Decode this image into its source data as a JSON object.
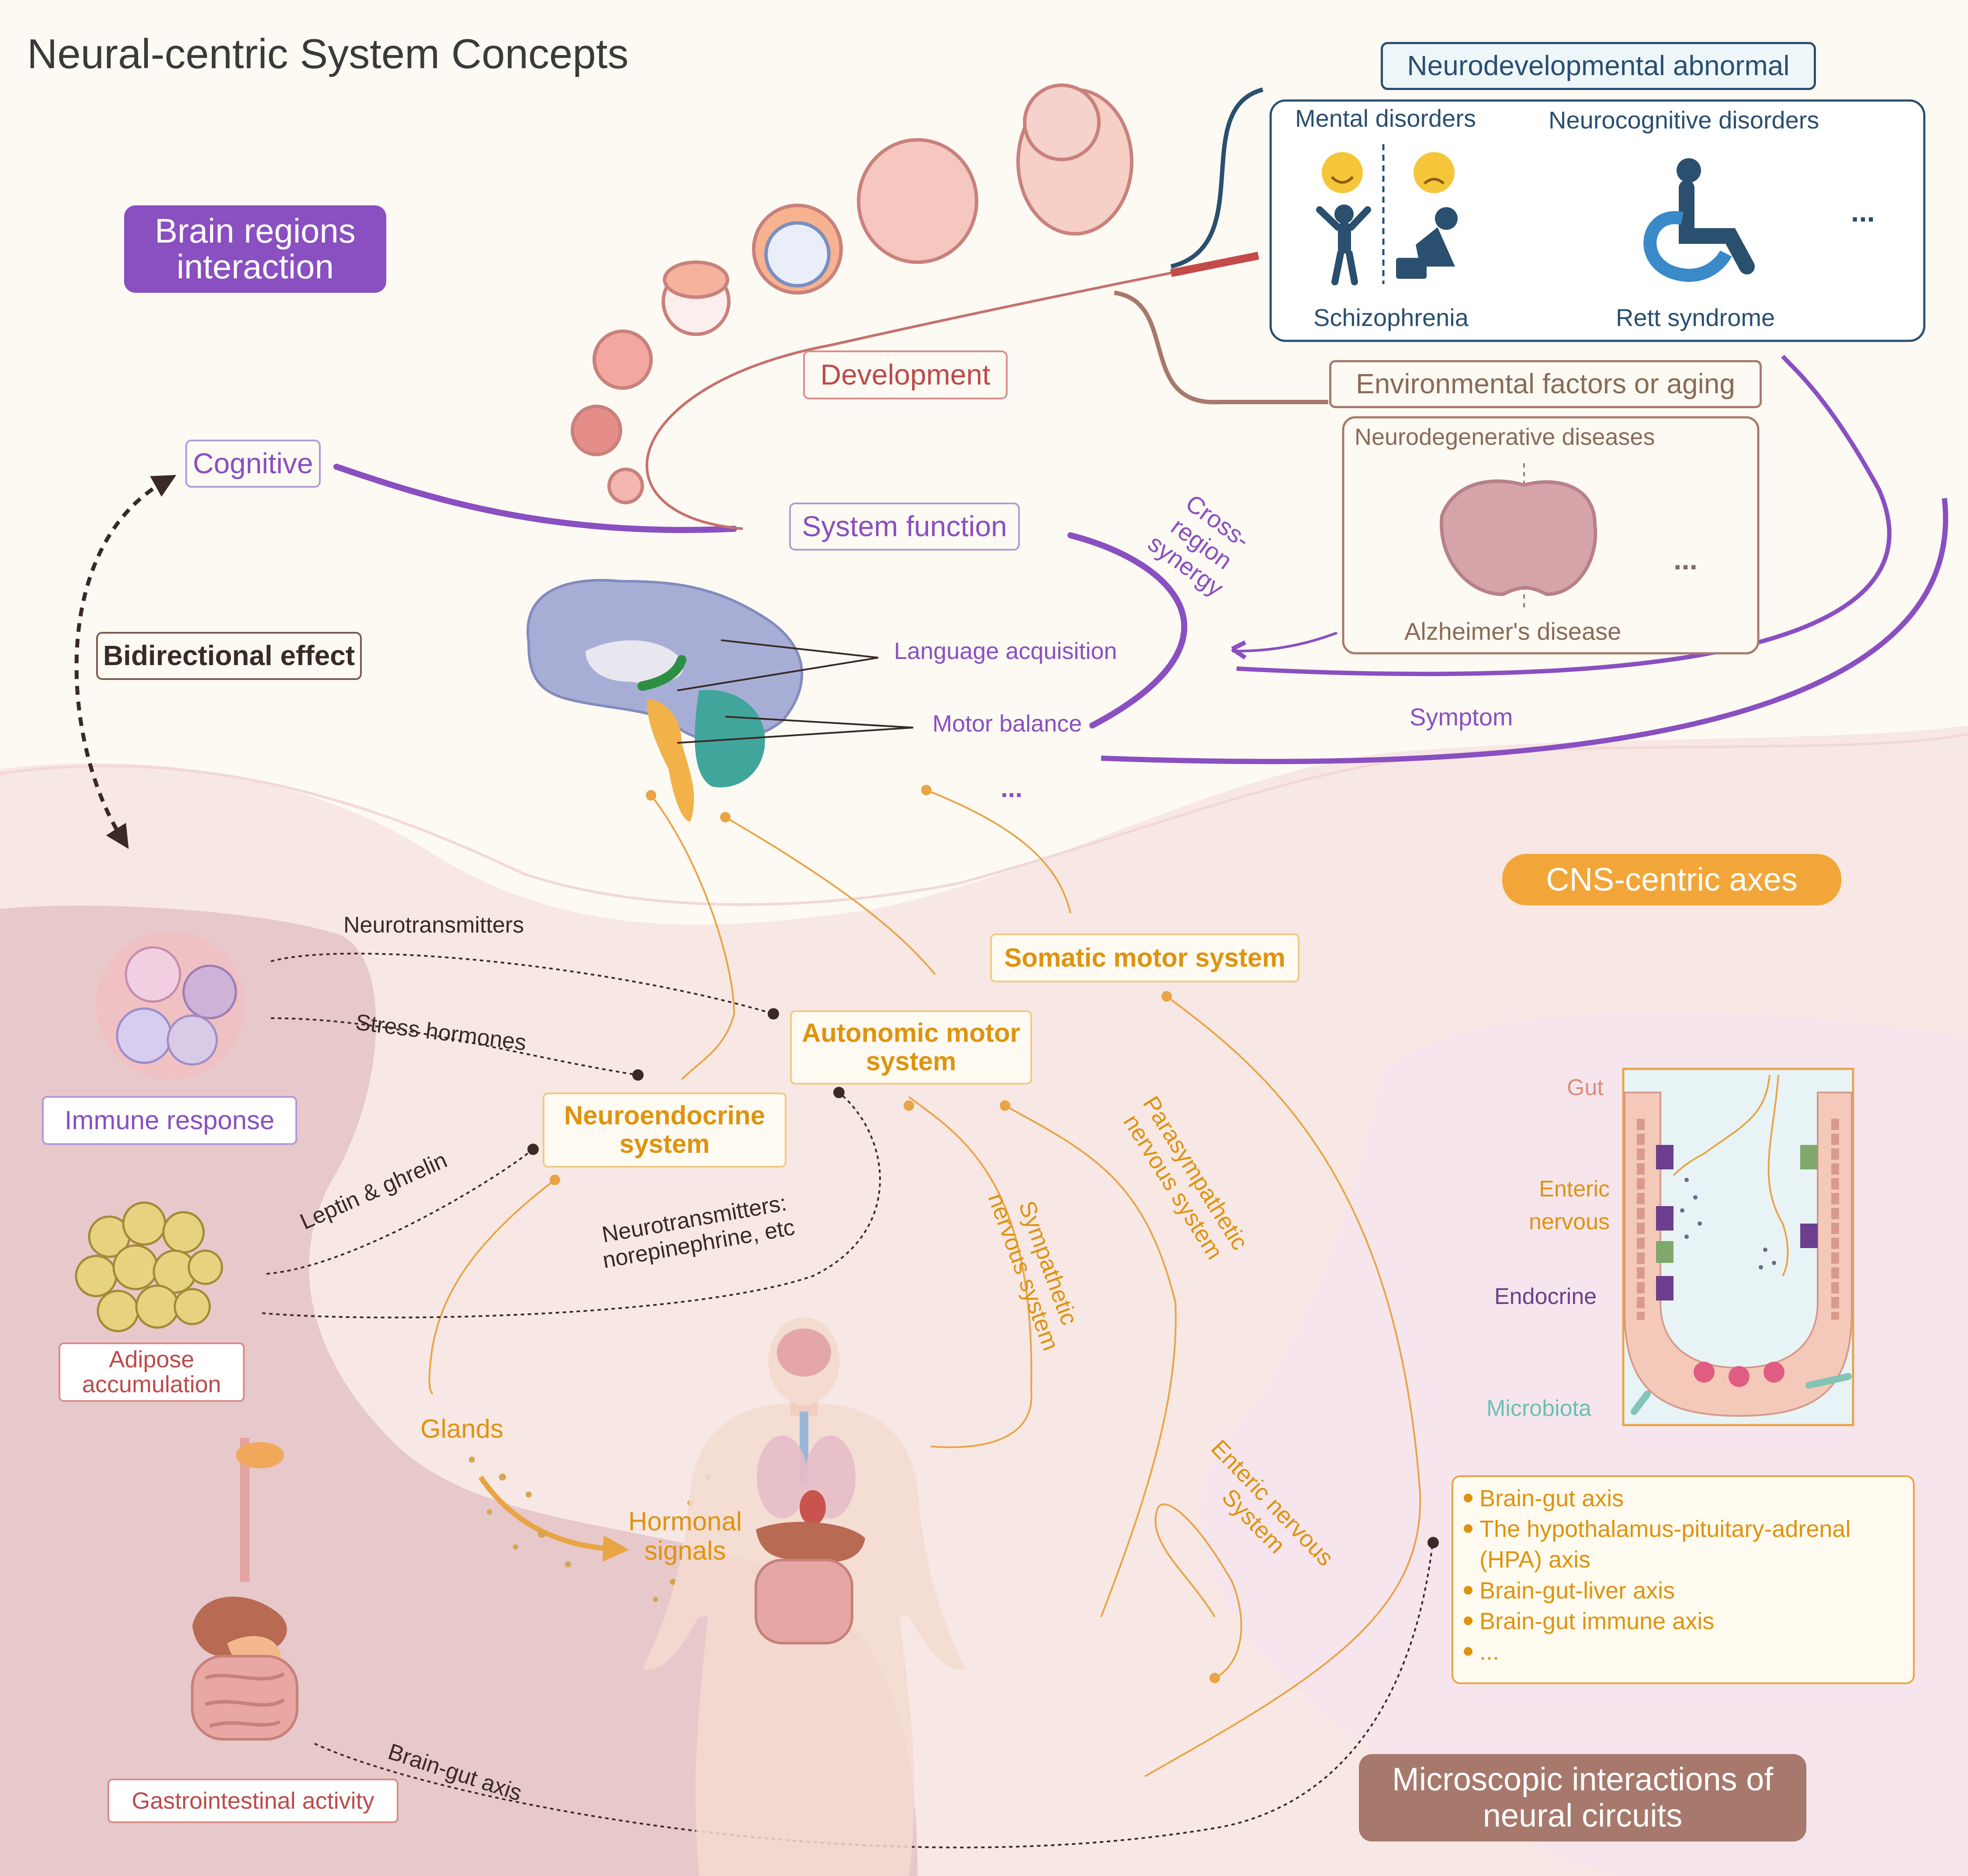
{
  "title": "Neural-centric System Concepts",
  "sections": {
    "brain_regions": "Brain regions interaction",
    "cns_axes": "CNS-centric axes",
    "microscopic": "Microscopic interactions of neural circuits"
  },
  "top": {
    "cognitive": "Cognitive",
    "system_function": "System function",
    "development": "Development",
    "bidirectional_effect": "Bidirectional effect",
    "cross_region_synergy": "Cross-region synergy",
    "language_acquisition": "Language acquisition",
    "motor_balance": "Motor balance",
    "ellipsis": "...",
    "symptom": "Symptom"
  },
  "disorders": {
    "neurodevelopmental": "Neurodevelopmental abnormal",
    "mental": "Mental disorders",
    "neurocognitive": "Neurocognitive disorders",
    "schizophrenia": "Schizophrenia",
    "rett": "Rett syndrome",
    "ellipsis": "...",
    "environmental": "Environmental factors or aging",
    "neurodegenerative": "Neurodegenerative diseases",
    "alzheimers": "Alzheimer's disease",
    "ellipsis2": "..."
  },
  "body": {
    "immune_response": "Immune response",
    "adipose": "Adipose accumulation",
    "gastrointestinal": "Gastrointestinal activity",
    "neurotransmitters": "Neurotransmitters",
    "stress_hormones": "Stress hormones",
    "leptin_ghrelin": "Leptin & ghrelin",
    "neurotransmitters_ne": "Neurotransmitters: norepinephrine, etc",
    "brain_gut_axis": "Brain-gut axis",
    "somatic_motor": "Somatic motor system",
    "autonomic_motor": "Autonomic motor system",
    "neuroendocrine": "Neuroendocrine system",
    "sympathetic": "Sympathetic nervous system",
    "parasympathetic": "Parasympathetic nervous system",
    "enteric": "Enteric nervous System",
    "glands": "Glands",
    "hormonal_signals": "Hormonal signals"
  },
  "gut_panel": {
    "gut": "Gut",
    "enteric_nervous": "Enteric nervous",
    "endocrine": "Endocrine",
    "microbiota": "Microbiota"
  },
  "axes_list": [
    "Brain-gut axis",
    "The hypothalamus-pituitary-adrenal (HPA) axis",
    "Brain-gut-liver axis",
    "Brain-gut immune axis",
    "..."
  ],
  "colors": {
    "purple": "#8a4fc1",
    "orange": "#de9310",
    "dark_red": "#bd4a4a",
    "navy": "#2a4f6f",
    "brown_badge": "#a7796c",
    "pink_region": "#f6e6e4",
    "immune_region": "#e6c6c9"
  }
}
